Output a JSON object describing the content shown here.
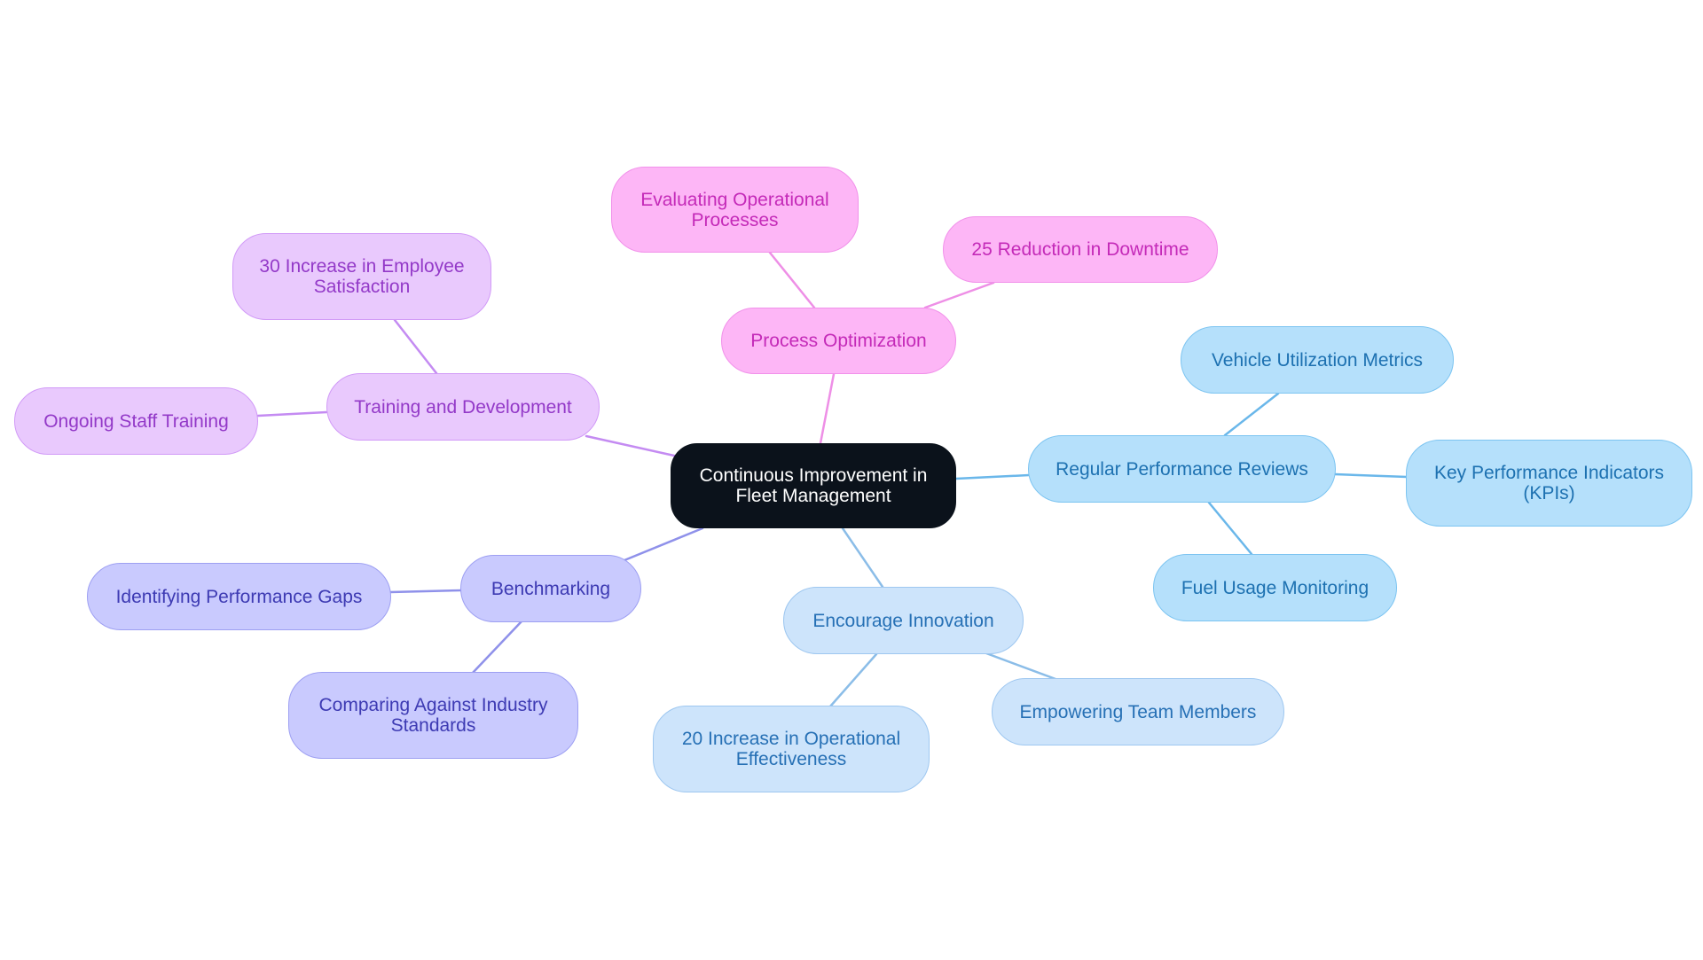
{
  "root": {
    "lines": [
      "Continuous Improvement in",
      "Fleet Management"
    ]
  },
  "branches": {
    "process_optimization": {
      "label": "Process Optimization",
      "children": {
        "evaluating": {
          "lines": [
            "Evaluating Operational",
            "Processes"
          ]
        },
        "downtime": {
          "label": "25 Reduction in Downtime"
        }
      }
    },
    "training": {
      "label": "Training and Development",
      "children": {
        "satisfaction": {
          "lines": [
            "30 Increase in Employee",
            "Satisfaction"
          ]
        },
        "staff_training": {
          "label": "Ongoing Staff Training"
        }
      }
    },
    "performance_reviews": {
      "label": "Regular Performance Reviews",
      "children": {
        "vehicle_utilization": {
          "label": "Vehicle Utilization Metrics"
        },
        "kpis": {
          "lines": [
            "Key Performance Indicators",
            "(KPIs)"
          ]
        },
        "fuel_usage": {
          "label": "Fuel Usage Monitoring"
        }
      }
    },
    "innovation": {
      "label": "Encourage Innovation",
      "children": {
        "empowering": {
          "label": "Empowering Team Members"
        },
        "effectiveness": {
          "lines": [
            "20 Increase in Operational",
            "Effectiveness"
          ]
        }
      }
    },
    "benchmarking": {
      "label": "Benchmarking",
      "children": {
        "gaps": {
          "label": "Identifying Performance Gaps"
        },
        "standards": {
          "lines": [
            "Comparing Against Industry",
            "Standards"
          ]
        }
      }
    }
  },
  "colors": {
    "root_fill": "#0b121b",
    "pink_branch": "#fdb6f6",
    "lilac_branch": "#e9c9fd",
    "blue_branch": "#b5e0fb",
    "ice_branch": "#cde4fb",
    "violet_branch": "#c9cafe"
  }
}
